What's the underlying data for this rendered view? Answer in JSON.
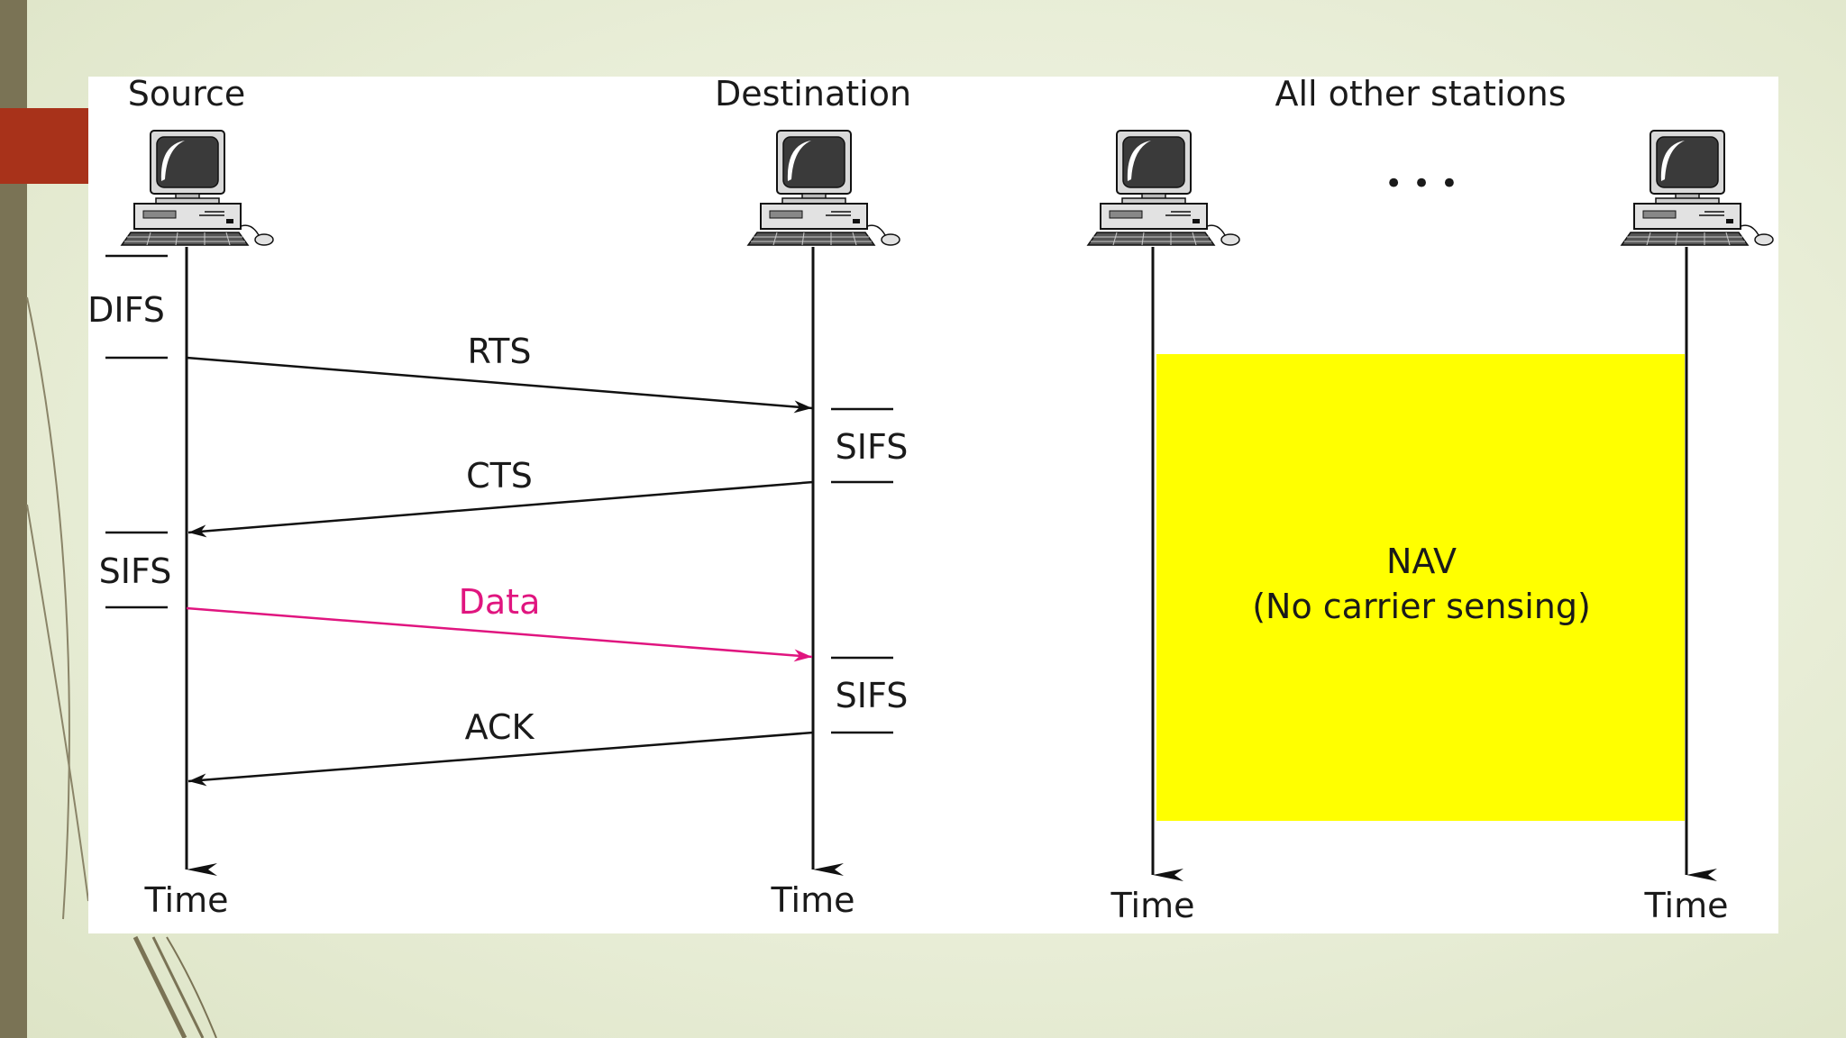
{
  "stations": {
    "source": "Source",
    "destination": "Destination",
    "others": "All other stations",
    "ellipsis": "• • •"
  },
  "frames": {
    "rts": "RTS",
    "cts": "CTS",
    "data": "Data",
    "ack": "ACK"
  },
  "intervals": {
    "difs": "DIFS",
    "sifs_source": "SIFS",
    "sifs_dest_1": "SIFS",
    "sifs_dest_2": "SIFS"
  },
  "nav": {
    "title": "NAV",
    "subtitle": "(No carrier sensing)"
  },
  "time_labels": {
    "source": "Time",
    "destination": "Time",
    "other1": "Time",
    "other2": "Time"
  },
  "colors": {
    "data_frame": "#e0157f",
    "nav_fill": "#ffff00",
    "accent": "#a8321a"
  }
}
